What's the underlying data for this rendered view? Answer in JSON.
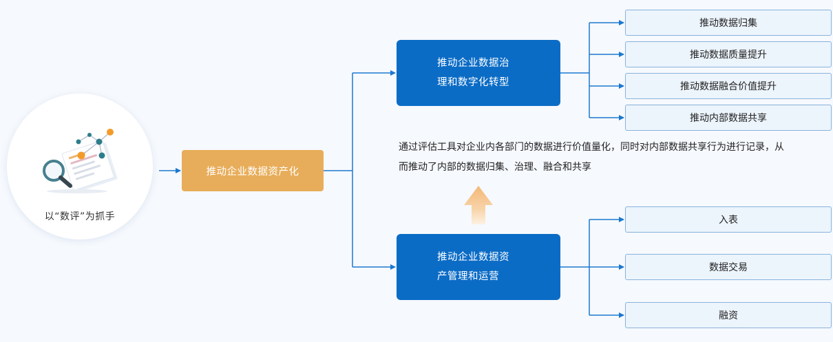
{
  "circle": {
    "label": "以“数评”为抓手",
    "icon": "data-analysis-magnifier-icon"
  },
  "center_box": {
    "label": "推动企业数据资产化"
  },
  "top_box": {
    "line1": "推动企业数据治",
    "line2": "理和数字化转型"
  },
  "bottom_box": {
    "line1": "推动企业数据资",
    "line2": "产管理和运营"
  },
  "top_items": [
    "推动数据归集",
    "推动数据质量提升",
    "推动数据融合价值提升",
    "推动内部数据共享"
  ],
  "bottom_items": [
    "入表",
    "数据交易",
    "融资"
  ],
  "description": {
    "line1": "通过评估工具对企业内各部门的数据进行价值量化，同时对内部数据共享行为进行记录，从",
    "line2": "而推动了内部的数据归集、治理、融合和共享"
  },
  "colors": {
    "background": "#f6f9fd",
    "blue": "#0b6cc6",
    "orange": "#e8ad5a",
    "item_fill": "#ecf4fc",
    "item_border": "#88b3dc",
    "connector": "#1a78d0"
  }
}
